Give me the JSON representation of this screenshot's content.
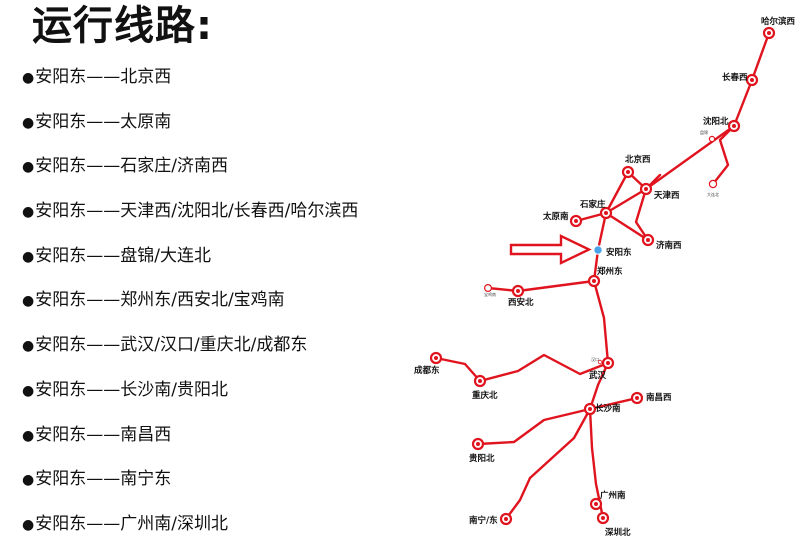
{
  "title": "运行线路:",
  "bullet": "●",
  "routes": [
    "安阳东——北京西",
    "安阳东——太原南",
    "安阳东——石家庄/济南西",
    "安阳东——天津西/沈阳北/长春西/哈尔滨西",
    "安阳东——盘锦/大连北",
    "安阳东——郑州东/西安北/宝鸡南",
    "安阳东——武汉/汉口/重庆北/成都东",
    "安阳东——长沙南/贵阳北",
    "安阳东——南昌西",
    "安阳东——南宁东",
    "安阳东——广州南/深圳北"
  ],
  "map": {
    "line_color": "#e0141e",
    "origin_color": "#4aa3e8",
    "arrow_color": "#e0141e",
    "stations": {
      "harbin": "哈尔滨西",
      "changchun": "长春西",
      "shenyang": "沈阳北",
      "panjin": "盘锦",
      "dalian": "大连北",
      "beijing": "北京西",
      "tianjin": "天津西",
      "shijiazhuang": "石家庄",
      "taiyuan": "太原南",
      "jinan": "济南西",
      "anyang": "安阳东",
      "zhengzhou": "郑州东",
      "baoji": "宝鸡南",
      "xian": "西安北",
      "wuhan": "武汉",
      "hankou": "汉口",
      "chengdu": "成都东",
      "chongqing": "重庆北",
      "changsha": "长沙南",
      "nanchang": "南昌西",
      "guiyang": "贵阳北",
      "nanning": "南宁/东",
      "guangzhou": "广州南",
      "shenzhen": "深圳北"
    }
  }
}
